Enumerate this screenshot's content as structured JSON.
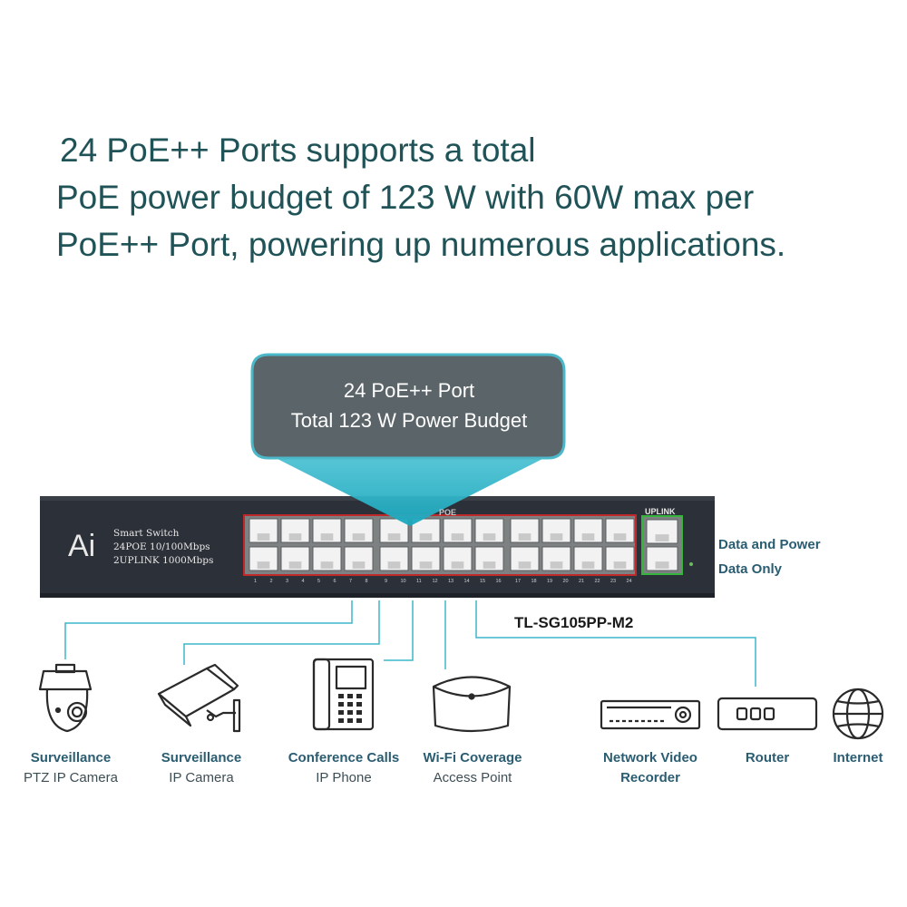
{
  "headline": {
    "line1": "24 PoE++ Ports supports a total",
    "line2": "PoE power budget of 123 W with 60W max per",
    "line3": "PoE++ Port, powering up numerous applications."
  },
  "callout": {
    "line1": "24 PoE++ Port",
    "line2": "Total 123 W Power Budget"
  },
  "switch": {
    "logo": "Ai",
    "line1": "Smart Switch",
    "line2": "24POE 10/100Mbps",
    "line3": "2UPLINK 1000Mbps",
    "uplink_label": "UPLINK",
    "poe_label": "POE"
  },
  "side_labels": {
    "data_power": "Data and Power",
    "data_only": "Data Only"
  },
  "model": "TL-SG105PP-M2",
  "devices": [
    {
      "title": "Surveillance",
      "subtitle": "PTZ IP Camera",
      "icon": "ptz-camera-icon"
    },
    {
      "title": "Surveillance",
      "subtitle": "IP Camera",
      "icon": "bullet-camera-icon"
    },
    {
      "title": "Conference Calls",
      "subtitle": "IP Phone",
      "icon": "ip-phone-icon"
    },
    {
      "title": "Wi-Fi Coverage",
      "subtitle": "Access Point",
      "icon": "access-point-icon"
    },
    {
      "title": "Network Video",
      "subtitle": "Recorder",
      "icon": "nvr-icon"
    },
    {
      "title": "Router",
      "subtitle": "",
      "icon": "router-icon"
    },
    {
      "title": "Internet",
      "subtitle": "",
      "icon": "globe-icon"
    }
  ],
  "colors": {
    "heading": "#1f5357",
    "accent_line": "#3db7cc",
    "callout_box": "#5b6468",
    "label": "#2b5d72",
    "poe_border": "#c0292a",
    "uplink_border": "#35b53c"
  }
}
